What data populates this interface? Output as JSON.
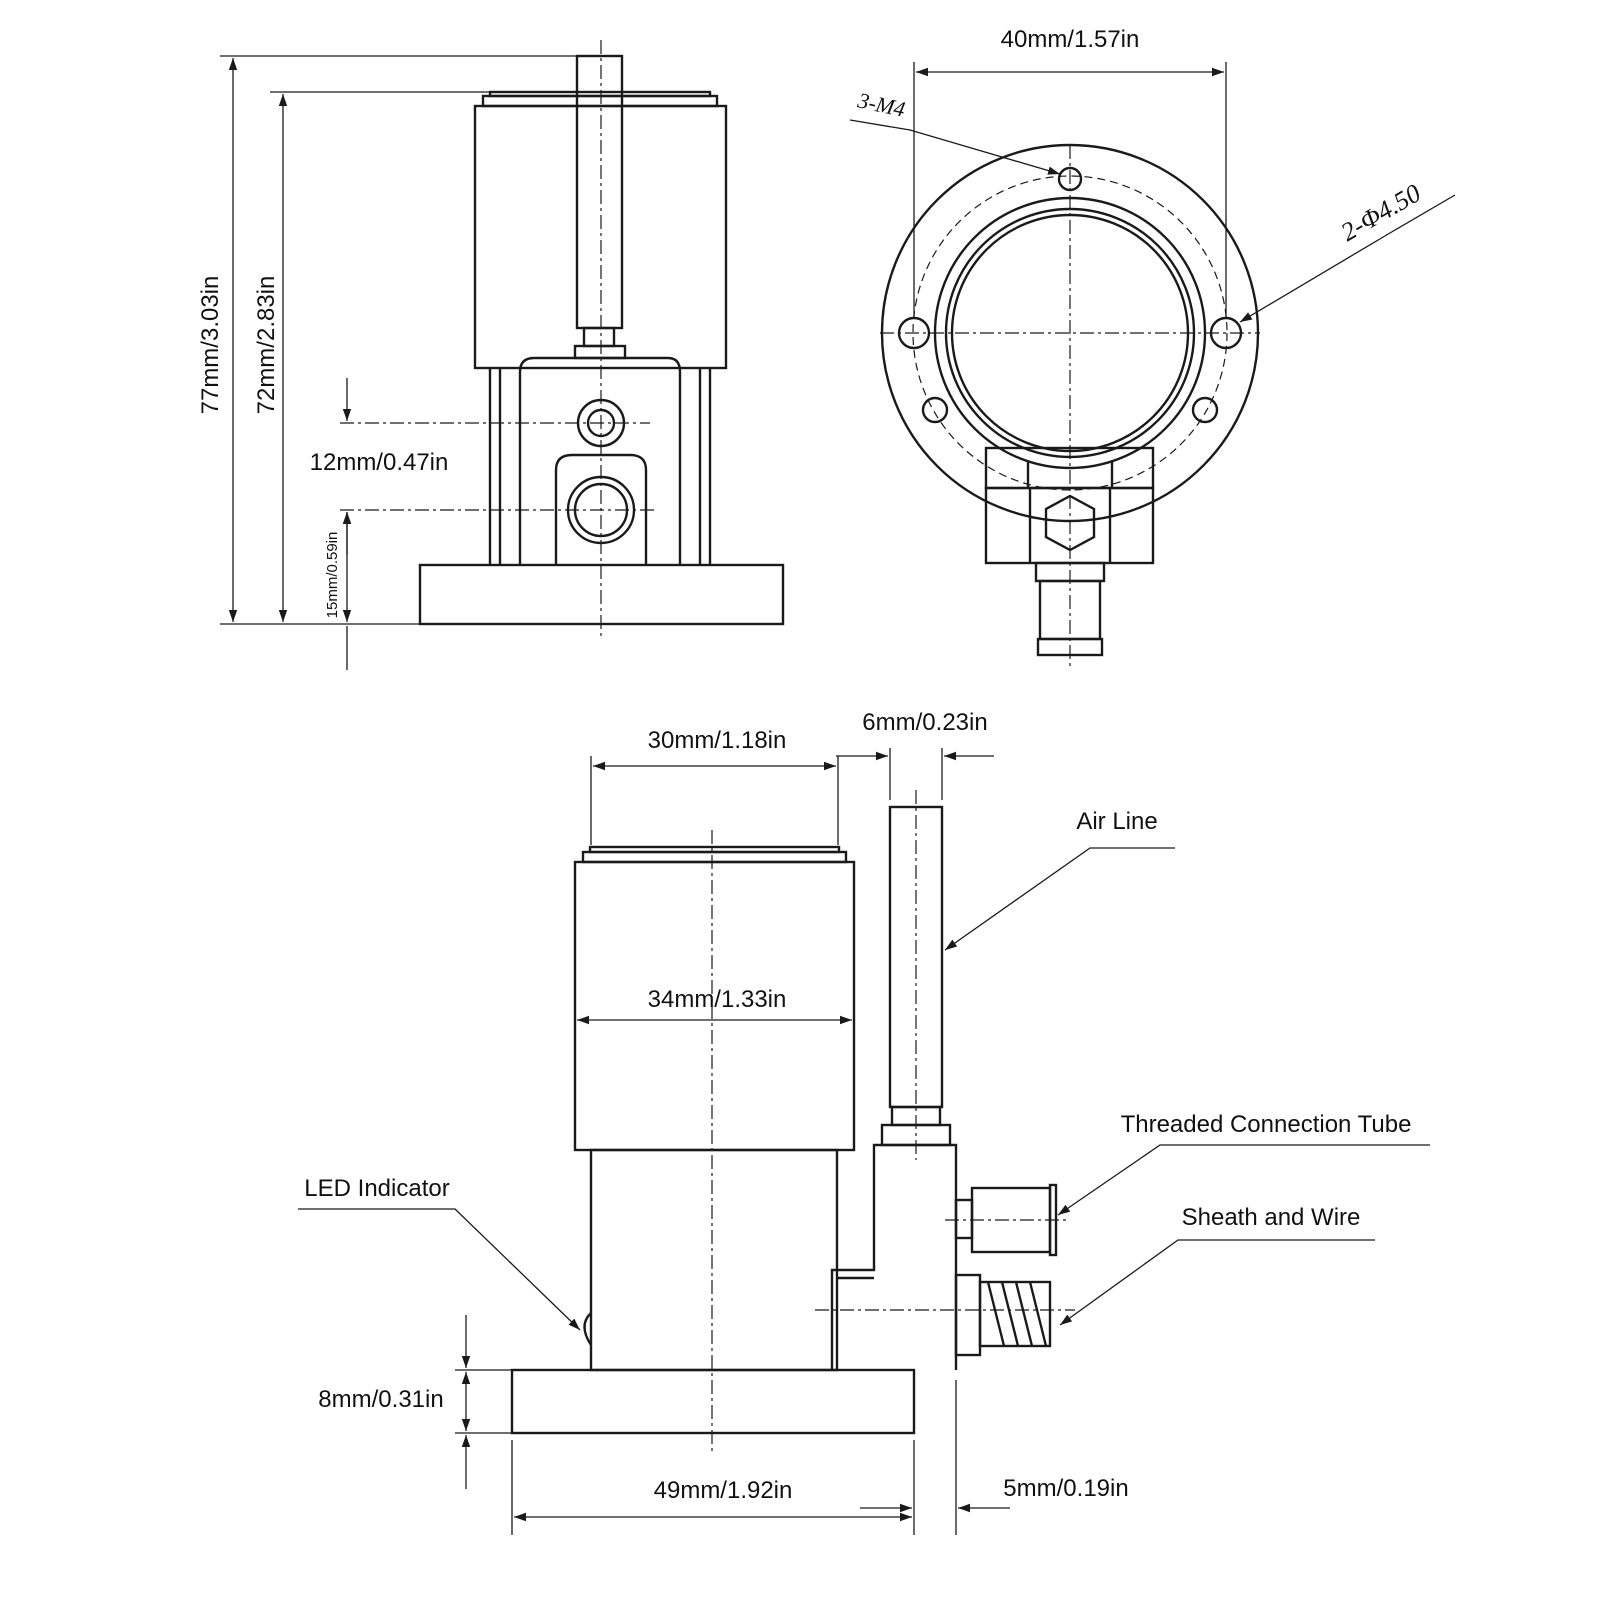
{
  "dims": {
    "total_height": "77mm/3.03in",
    "body_height": "72mm/2.83in",
    "port_spacing": "12mm/0.47in",
    "port_height": "15mm/0.59in",
    "flange_width": "40mm/1.57in",
    "top_width": "30mm/1.18in",
    "tube_width": "6mm/0.23in",
    "body_width": "34mm/1.33in",
    "base_height": "8mm/0.31in",
    "base_width": "49mm/1.92in",
    "offset": "5mm/0.19in"
  },
  "holes": {
    "thread": "3-M4",
    "through": "2-Φ4.50"
  },
  "callouts": {
    "air_line": "Air Line",
    "threaded_tube": "Threaded Connection Tube",
    "sheath_wire": "Sheath and Wire",
    "led": "LED Indicator"
  }
}
